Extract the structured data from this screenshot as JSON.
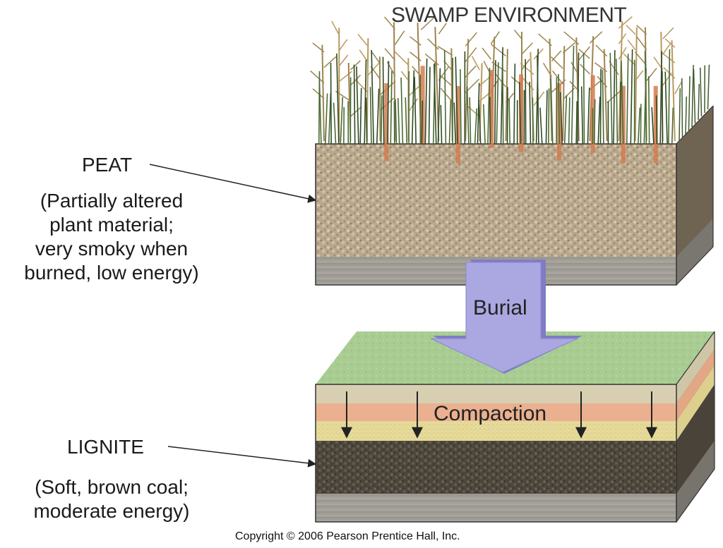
{
  "title": "SWAMP ENVIRONMENT",
  "peat": {
    "label": "PEAT",
    "description": [
      "(Partially altered",
      "plant material;",
      "very smoky when",
      "burned, low energy)"
    ]
  },
  "lignite": {
    "label": "LIGNITE",
    "description": [
      "(Soft, brown coal;",
      "moderate energy)"
    ]
  },
  "process": {
    "burial": "Burial",
    "compaction": "Compaction"
  },
  "copyright": "Copyright © 2006 Pearson Prentice Hall, Inc.",
  "colors": {
    "peat": "#b5a48a",
    "peat_dark": "#8d7d66",
    "base_gray": "#9e9a94",
    "green_top": "#a9cc93",
    "layer_beige": "#d8cfb2",
    "layer_salmon": "#eab08f",
    "layer_sand": "#e8dc9c",
    "lignite": "#4e473d",
    "arrow_fill": "#a9a6e0",
    "arrow_edge": "#7b78c2",
    "vegetation": "#3f5a2c",
    "trunk": "#d47b4f"
  }
}
